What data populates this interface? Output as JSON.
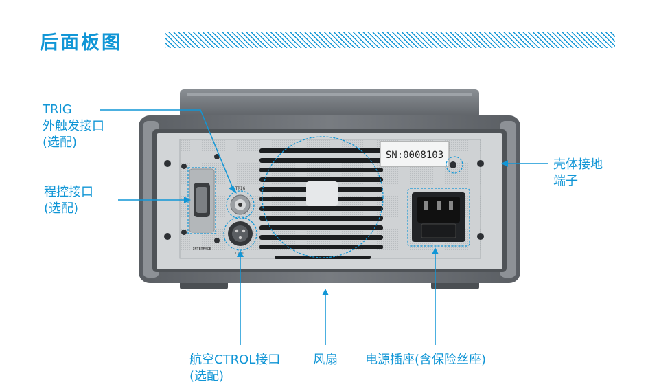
{
  "page": {
    "title": "后面板图"
  },
  "device": {
    "serial_label": "SN:0008103",
    "trig_port_label": "TRIG",
    "interface_port_label": "INTERFACE",
    "ctrol_port_label": "CTROL"
  },
  "callouts": {
    "trig": {
      "line1": "TRIG",
      "line2": "外触发接口",
      "line3": "(选配)"
    },
    "program": {
      "line1": "程控接口",
      "line2": "(选配)"
    },
    "ground": {
      "line1": "壳体接地",
      "line2": "端子"
    },
    "ctrol": {
      "line1": "航空CTROL接口",
      "line2": "(选配)"
    },
    "fan": {
      "line1": "风扇"
    },
    "power": {
      "line1": "电源插座(含保险丝座)"
    }
  },
  "colors": {
    "accent": "#1196d6",
    "panel": "#c7cacc",
    "body": "#6b6f74"
  }
}
